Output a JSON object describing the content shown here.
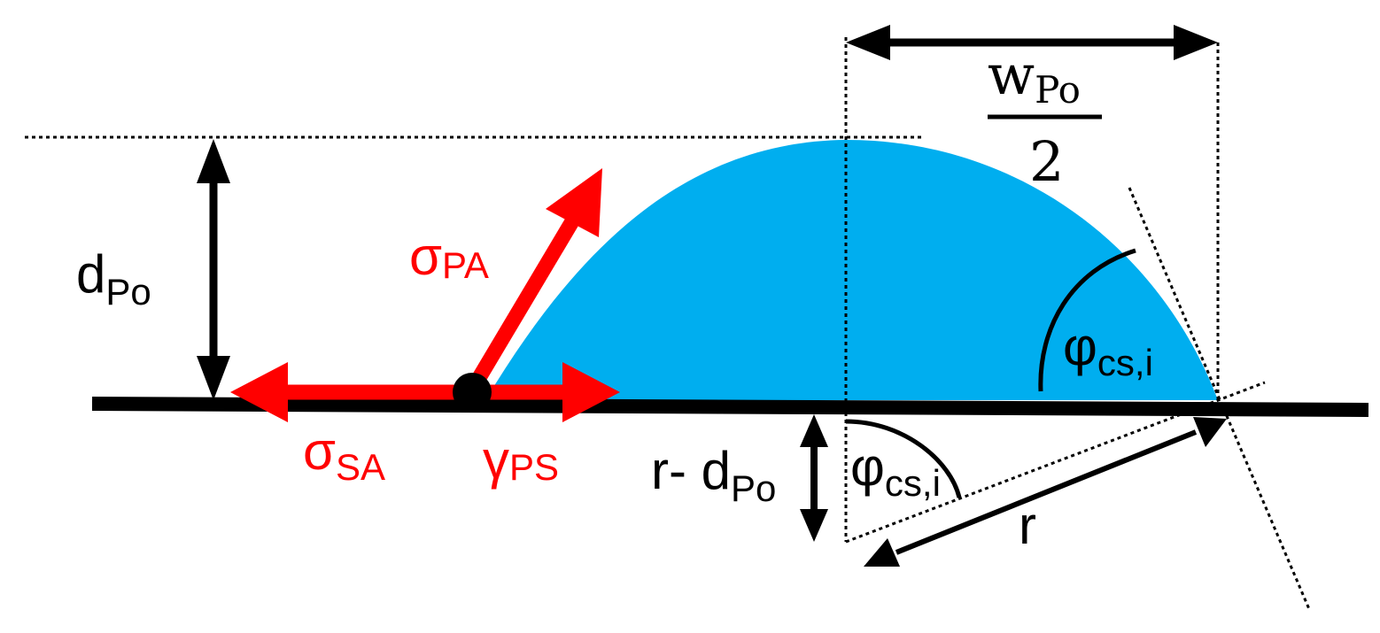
{
  "colors": {
    "droplet": "#00AEEF",
    "force": "#FF0000",
    "line": "#000000",
    "background": "#FFFFFF"
  },
  "labels": {
    "d_po": {
      "main": "d",
      "sub": "Po"
    },
    "sigma_pa": {
      "main": "σ",
      "sub": "PA"
    },
    "sigma_sa": {
      "main": "σ",
      "sub": "SA"
    },
    "gamma_ps": {
      "main": "γ",
      "sub": "PS"
    },
    "r_minus_d": {
      "main": "r- d",
      "sub": "Po"
    },
    "phi_top": {
      "main": "φ",
      "sub": "cs,i"
    },
    "phi_bottom": {
      "main": "φ",
      "sub": "cs,i"
    },
    "r": "r",
    "w_frac": {
      "num_main": "w",
      "num_sub": "Po",
      "den": "2"
    }
  }
}
